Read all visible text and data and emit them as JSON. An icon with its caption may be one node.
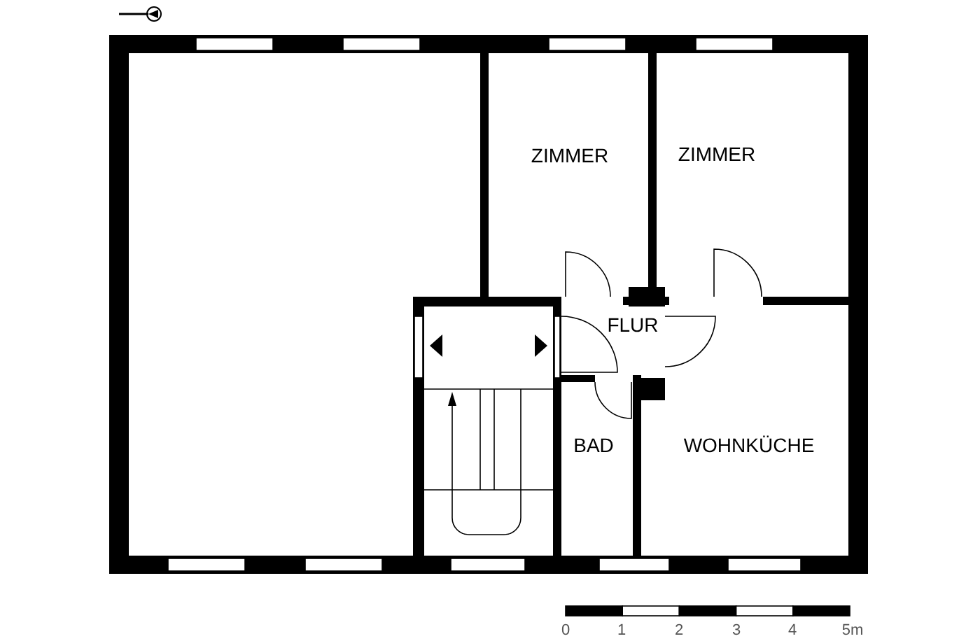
{
  "diagram": {
    "labels": [
      "ZIMMER",
      "ZIMMER",
      "FLUR",
      "BAD",
      "WOHNKÜCHE",
      "0",
      "1",
      "2",
      "3",
      "4",
      "5m"
    ]
  }
}
